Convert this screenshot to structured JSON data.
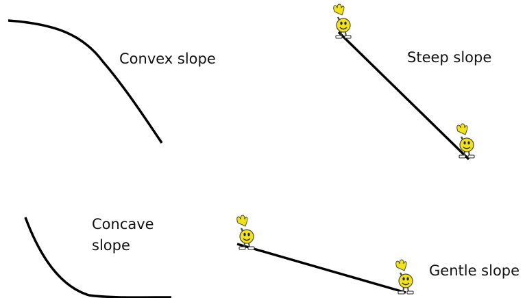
{
  "labels": {
    "convex": "Convex slope",
    "steep": "Steep slope",
    "concave_line1": "Concave",
    "concave_line2": "slope",
    "gentle": "Gentle slope"
  },
  "colors": {
    "line": "#000000",
    "smiley_face": "#f2e21b",
    "smiley_outline": "#4a4a2a",
    "text": "#111111"
  },
  "icons": [
    "waving-smiley-icon"
  ]
}
